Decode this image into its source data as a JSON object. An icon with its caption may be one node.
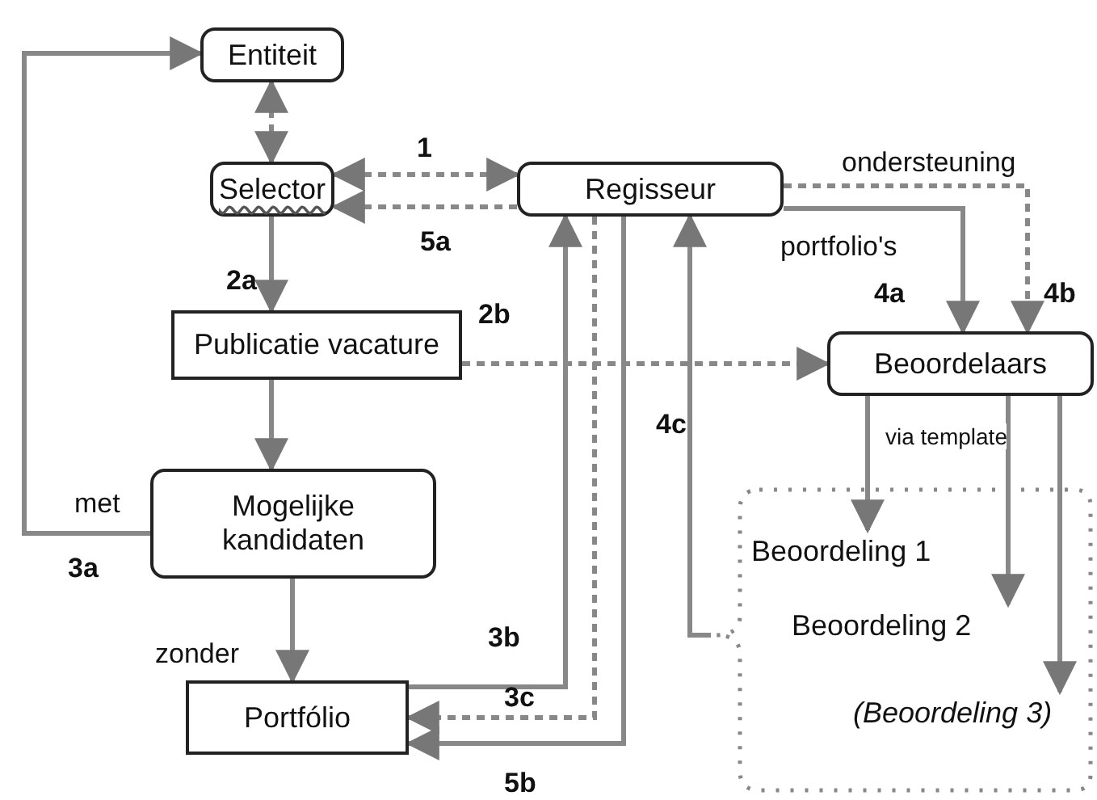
{
  "diagram": {
    "nodes": [
      {
        "text": [
          "Entiteit"
        ]
      },
      {
        "text": [
          "Selector"
        ]
      },
      {
        "text": [
          "Regisseur"
        ]
      },
      {
        "text": [
          "Publicatie vacature"
        ]
      },
      {
        "text": [
          "Mogelijke kandidaten"
        ]
      },
      {
        "text": [
          "Portfólio"
        ]
      },
      {
        "text": [
          "Beoordelaars"
        ]
      },
      {
        "text": [],
        "shape": "box"
      },
      {
        "text": [
          "Beoordeling 1"
        ],
        "in": 7
      },
      {
        "text": [
          "Beoordeling 2"
        ],
        "in": 7
      },
      {
        "text": [
          "(Beoordeling 3)"
        ],
        "in": 7
      }
    ],
    "edges": [
      {
        "from": 1,
        "to": 0,
        "arrow": "both",
        "style": "dashed"
      },
      {
        "from": 1,
        "to": 2,
        "arrow": "both",
        "style": "dashed"
      },
      {
        "from": 2,
        "to": 1,
        "arrow": "to",
        "style": "dashed"
      },
      {
        "from": 1,
        "to": 3,
        "arrow": "to"
      },
      {
        "from": 3,
        "to": 6,
        "arrow": "to",
        "style": "dashed"
      },
      {
        "from": 3,
        "to": 4,
        "arrow": "to"
      },
      {
        "from": 4,
        "to": 0,
        "arrow": "to",
        "label": "met"
      },
      {
        "from": 4,
        "to": 5,
        "arrow": "to",
        "label": "zonder"
      },
      {
        "from": 5,
        "to": 2,
        "arrow": "to"
      },
      {
        "from": 2,
        "to": 5,
        "arrow": "to",
        "style": "dashed"
      },
      {
        "from": 2,
        "to": 5,
        "arrow": "to"
      },
      {
        "from": 7,
        "to": 2,
        "arrow": "to"
      },
      {
        "from": 2,
        "to": 6,
        "arrow": "to",
        "label": "portfolio's"
      },
      {
        "from": 2,
        "to": 6,
        "arrow": "to",
        "label": "ondersteuning",
        "style": "dashed"
      },
      {
        "from": 6,
        "to": 8,
        "arrow": "to"
      },
      {
        "from": 6,
        "to": 9,
        "arrow": "to"
      },
      {
        "from": 6,
        "to": 10,
        "arrow": "to"
      }
    ],
    "labels": [
      "1",
      "5a",
      "2a",
      "2b",
      "3a",
      "3b",
      "3c",
      "4a",
      "4b",
      "4c",
      "5b",
      "via template"
    ]
  }
}
